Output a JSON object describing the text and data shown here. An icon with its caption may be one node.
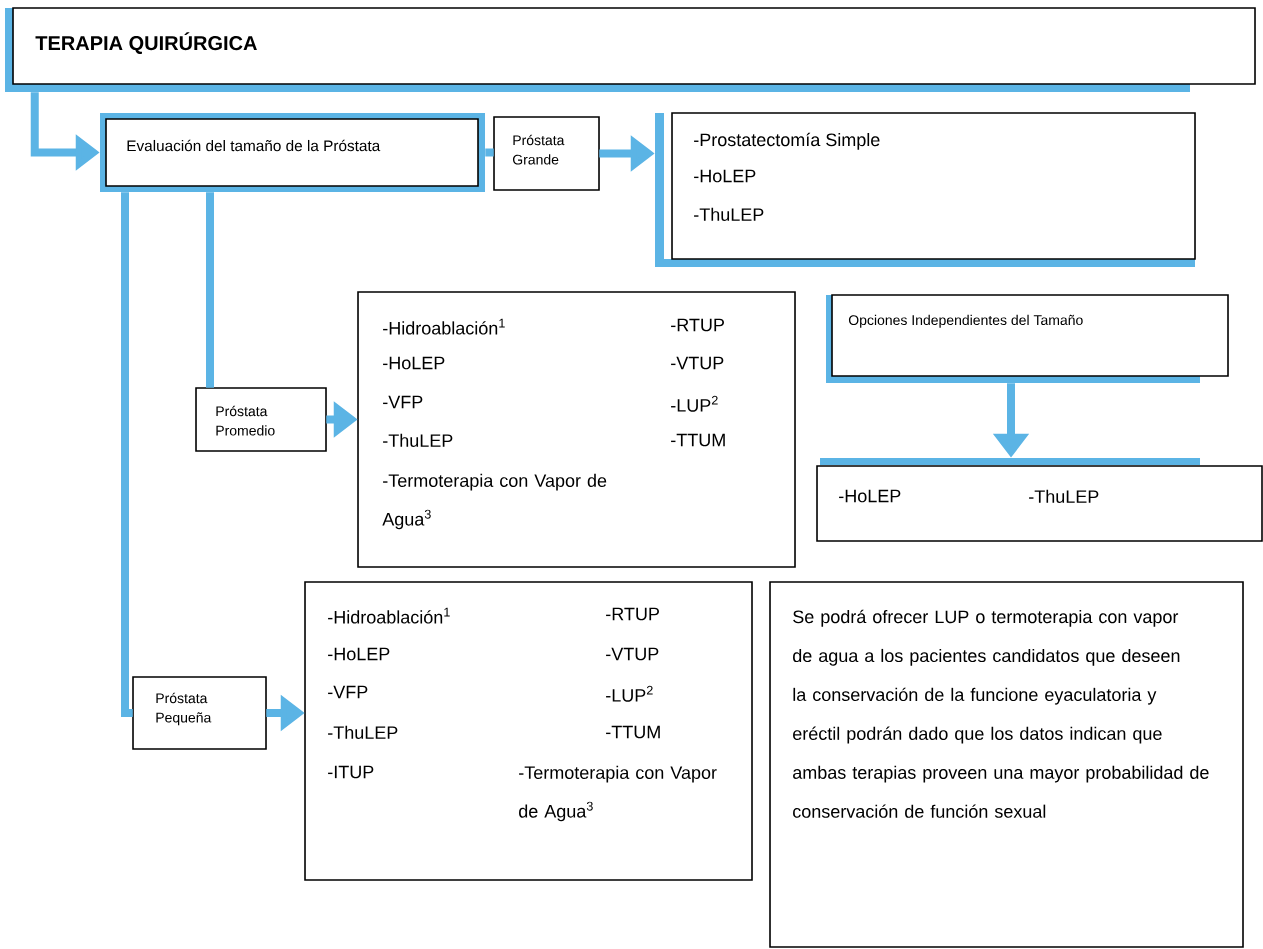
{
  "diagram": {
    "nodes": [
      {
        "text": [
          "TERAPIA QUIRÚRGICA"
        ]
      },
      {
        "text": [
          "Evaluación del tamaño de la Próstata"
        ]
      },
      {
        "text": [
          "Próstata Grande"
        ]
      },
      {
        "text": [
          "-Prostatectomía Simple",
          "-HoLEP",
          "-ThuLEP"
        ]
      },
      {
        "text": [
          "Próstata Promedio"
        ]
      },
      {
        "text": [
          "-Hidroablación$^{1}$",
          "-RTUP",
          "-HoLEP",
          "-VTUP",
          "-VFP",
          "-LUP$^{2}$",
          "-ThuLEP",
          "-TTUM",
          "-Termoterapia con Vapor de Agua$^{3}$"
        ]
      },
      {
        "text": [
          "Opciones Independientes del Tamaño"
        ]
      },
      {
        "text": [
          "-HoLEP",
          "-ThuLEP"
        ]
      },
      {
        "text": [
          "-Hidroablación$^{1}$",
          "-RTUP",
          "-HoLEP",
          "-VTUP",
          "-VFP",
          "-LUP$^{2}$",
          "-ThuLEP",
          "-TTUM",
          "-ITUP",
          "-Termoterapia con Vapor de Agua$^{3}$"
        ]
      },
      {
        "text": [
          "Próstata Pequeña"
        ]
      },
      {
        "text": [
          "Se podrá ofrecer LUP o termoterapia con vapor de agua a los pacientes candidatos que deseen la conservación de la funcione eyaculatoria y eréctil podrán dado que los datos indican que ambas terapias proveen una mayor probabilidad de conservación de función sexual"
        ]
      }
    ],
    "edges": [
      {
        "from": 0,
        "to": 1,
        "arrow": "to"
      },
      {
        "from": 1,
        "to": 2,
        "arrow": "none"
      },
      {
        "from": 2,
        "to": 3,
        "arrow": "to"
      },
      {
        "from": 1,
        "to": 4,
        "arrow": "none"
      },
      {
        "from": 4,
        "to": 5,
        "arrow": "to"
      },
      {
        "from": 1,
        "to": 9,
        "arrow": "none"
      },
      {
        "from": 9,
        "to": 8,
        "arrow": "to"
      },
      {
        "from": 6,
        "to": 7,
        "arrow": "to"
      }
    ]
  }
}
